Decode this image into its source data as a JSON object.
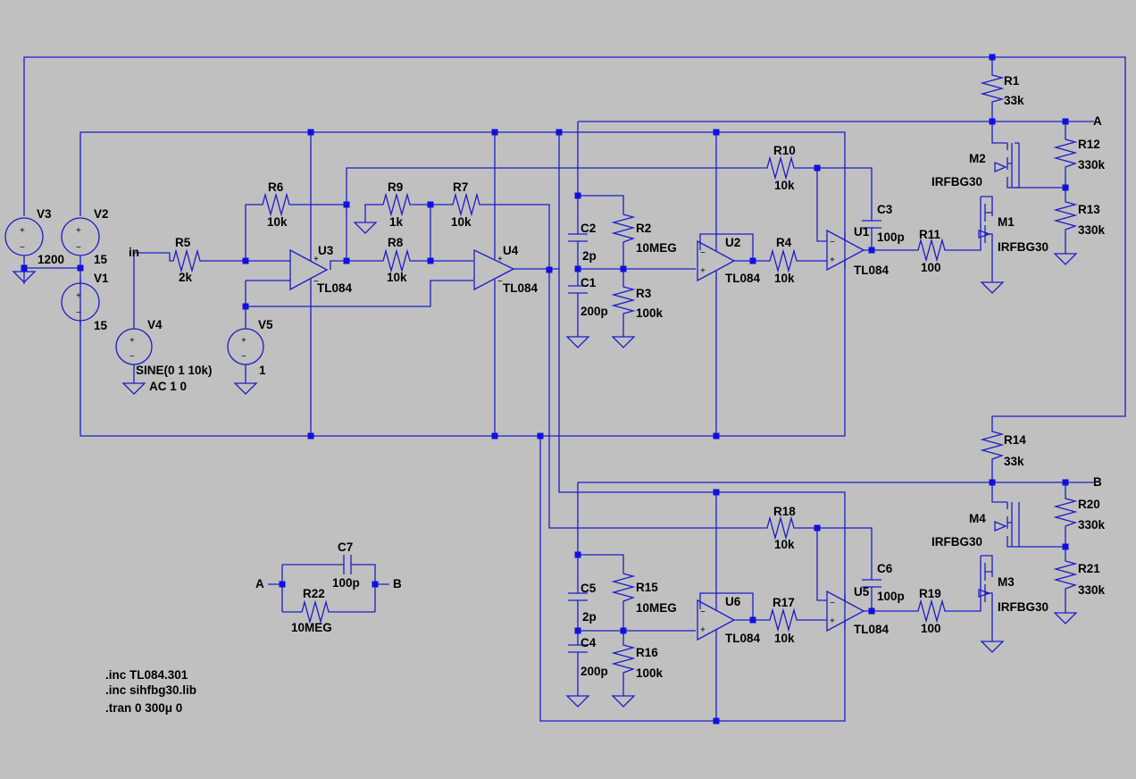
{
  "parts": {
    "V1": {
      "ref": "V1",
      "val": "15"
    },
    "V2": {
      "ref": "V2",
      "val": "15"
    },
    "V3": {
      "ref": "V3",
      "val": "1200"
    },
    "V4": {
      "ref": "V4",
      "val1": "SINE(0 1 10k)",
      "val2": "AC 1 0"
    },
    "V5": {
      "ref": "V5",
      "val": "1"
    },
    "R1": {
      "ref": "R1",
      "val": "33k"
    },
    "R2": {
      "ref": "R2",
      "val": "10MEG"
    },
    "R3": {
      "ref": "R3",
      "val": "100k"
    },
    "R4": {
      "ref": "R4",
      "val": "10k"
    },
    "R5": {
      "ref": "R5",
      "val": "2k"
    },
    "R6": {
      "ref": "R6",
      "val": "10k"
    },
    "R7": {
      "ref": "R7",
      "val": "10k"
    },
    "R8": {
      "ref": "R8",
      "val": "10k"
    },
    "R9": {
      "ref": "R9",
      "val": "1k"
    },
    "R10": {
      "ref": "R10",
      "val": "10k"
    },
    "R11": {
      "ref": "R11",
      "val": "100"
    },
    "R12": {
      "ref": "R12",
      "val": "330k"
    },
    "R13": {
      "ref": "R13",
      "val": "330k"
    },
    "R14": {
      "ref": "R14",
      "val": "33k"
    },
    "R15": {
      "ref": "R15",
      "val": "10MEG"
    },
    "R16": {
      "ref": "R16",
      "val": "100k"
    },
    "R17": {
      "ref": "R17",
      "val": "10k"
    },
    "R18": {
      "ref": "R18",
      "val": "10k"
    },
    "R19": {
      "ref": "R19",
      "val": "100"
    },
    "R20": {
      "ref": "R20",
      "val": "330k"
    },
    "R21": {
      "ref": "R21",
      "val": "330k"
    },
    "R22": {
      "ref": "R22",
      "val": "10MEG"
    },
    "C1": {
      "ref": "C1",
      "val": "200p"
    },
    "C2": {
      "ref": "C2",
      "val": "2p"
    },
    "C3": {
      "ref": "C3",
      "val": "100p"
    },
    "C4": {
      "ref": "C4",
      "val": "200p"
    },
    "C5": {
      "ref": "C5",
      "val": "2p"
    },
    "C6": {
      "ref": "C6",
      "val": "100p"
    },
    "C7": {
      "ref": "C7",
      "val": "100p"
    },
    "U1": {
      "ref": "U1",
      "val": "TL084"
    },
    "U2": {
      "ref": "U2",
      "val": "TL084"
    },
    "U3": {
      "ref": "U3",
      "val": "TL084"
    },
    "U4": {
      "ref": "U4",
      "val": "TL084"
    },
    "U5": {
      "ref": "U5",
      "val": "TL084"
    },
    "U6": {
      "ref": "U6",
      "val": "TL084"
    },
    "M1": {
      "ref": "M1",
      "val": "IRFBG30"
    },
    "M2": {
      "ref": "M2",
      "val": "IRFBG30"
    },
    "M3": {
      "ref": "M3",
      "val": "IRFBG30"
    },
    "M4": {
      "ref": "M4",
      "val": "IRFBG30"
    }
  },
  "nets": {
    "in": "in",
    "A": "A",
    "B": "B"
  },
  "directives": [
    ".inc TL084.301",
    ".inc sihfbg30.lib",
    ".tran 0 300μ 0"
  ],
  "colors": {
    "background": "#c0c0c0",
    "wire": "#1c1cc8",
    "junction": "#1010e0",
    "text": "#000000"
  }
}
